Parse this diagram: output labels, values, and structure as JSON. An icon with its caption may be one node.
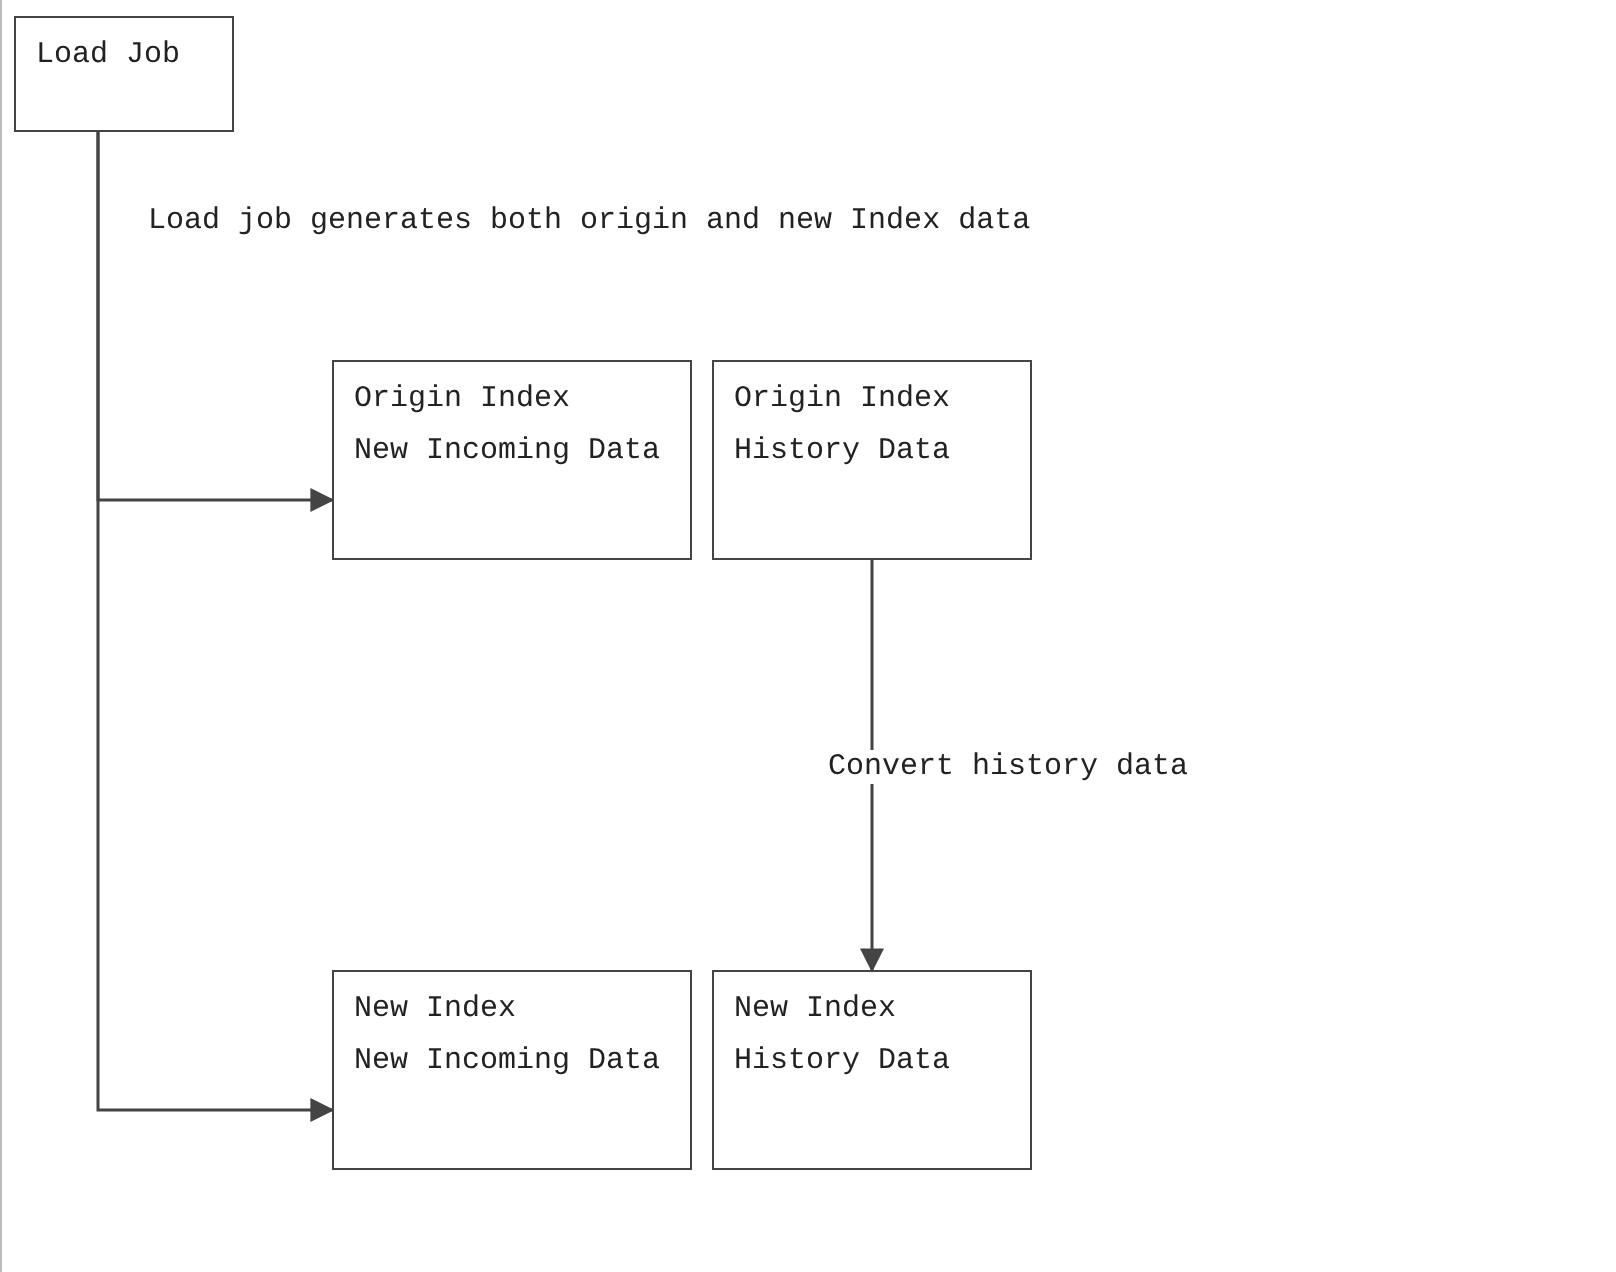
{
  "diagram": {
    "nodes": [
      {
        "text": [
          "Load Job"
        ]
      },
      {
        "text": [
          "Origin Index",
          "New Incoming Data"
        ]
      },
      {
        "text": [
          "Origin Index",
          "History Data"
        ]
      },
      {
        "text": [
          "New Index",
          "New Incoming Data"
        ]
      },
      {
        "text": [
          "New Index",
          "History Data"
        ]
      }
    ],
    "edges": [
      {
        "from": 0,
        "to": 1,
        "arrow": "to",
        "label": "Load job generates both origin and new Index data"
      },
      {
        "from": 0,
        "to": 3,
        "arrow": "to"
      },
      {
        "from": 2,
        "to": 4,
        "arrow": "to",
        "label": "Convert history data"
      }
    ]
  }
}
